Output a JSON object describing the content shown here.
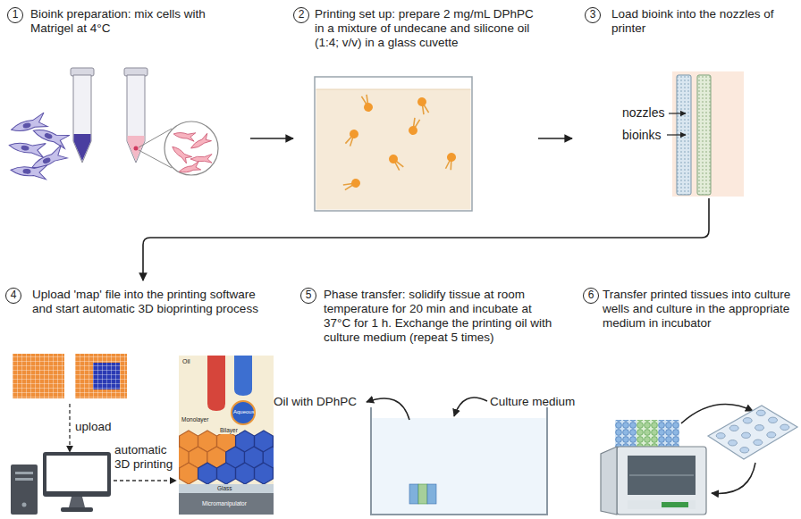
{
  "diagram": {
    "nodes": [
      {
        "text": [
          "1",
          "Bioink preparation: mix cells with Matrigel at 4°C"
        ]
      },
      {
        "text": [
          "2",
          "Printing set up: prepare 2 mg/mL DPhPC in a mixture of undecane and silicone oil (1:4; v/v) in a glass cuvette"
        ]
      },
      {
        "text": [
          "3",
          "Load bioink into the nozzles of printer"
        ]
      },
      {
        "text": [
          "4",
          "Upload 'map' file into the printing software and start automatic 3D bioprinting process"
        ]
      },
      {
        "text": [
          "5",
          "Phase transfer: solidify tissue at room temperature for 20 min and incubate at 37°C for 1 h. Exchange the printing oil with culture medium (repeat 5 times)"
        ]
      },
      {
        "text": [
          "6",
          "Transfer printed tissues into culture wells and culture in the appropriate medium in incubator"
        ]
      }
    ],
    "edges": [
      {
        "from": 0,
        "to": 1,
        "arrow": "to"
      },
      {
        "from": 1,
        "to": 2,
        "arrow": "to"
      },
      {
        "from": 2,
        "to": 3,
        "arrow": "to"
      }
    ],
    "labels": [
      "nozzles",
      "bioinks",
      "upload",
      "automatic 3D printing",
      "Oil",
      "Monolayer",
      "Aqueous",
      "Bilayer",
      "Glass",
      "Micromanipulator",
      "Oil with DPhPC",
      "Culture medium"
    ]
  }
}
